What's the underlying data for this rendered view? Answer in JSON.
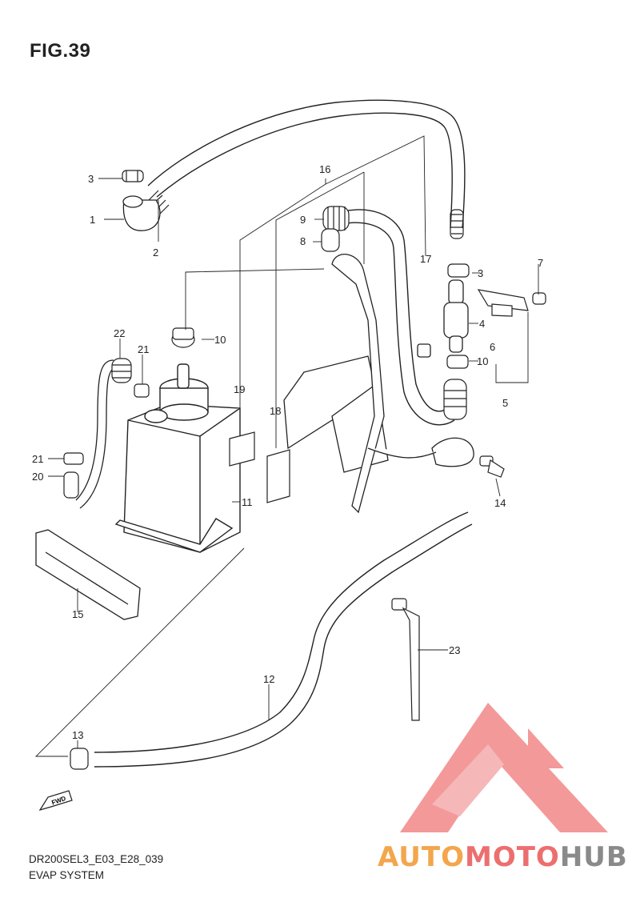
{
  "figure": {
    "title": "FIG.39",
    "code": "DR200SEL3_E03_E28_039",
    "name": "EVAP SYSTEM",
    "fwd_label": "FWD"
  },
  "callouts": [
    "1",
    "2",
    "3",
    "3",
    "4",
    "5",
    "6",
    "7",
    "8",
    "9",
    "10",
    "10",
    "11",
    "12",
    "13",
    "14",
    "15",
    "16",
    "17",
    "18",
    "19",
    "20",
    "21",
    "21",
    "22",
    "23"
  ],
  "watermark": {
    "part1": "AUTO",
    "part2": "MOTO",
    "part3": "HUB",
    "colors": {
      "auto": "#f3a64c",
      "moto": "#ec6f6f",
      "hub": "#8a8a8a",
      "triangle": "#ee6e6e"
    }
  }
}
